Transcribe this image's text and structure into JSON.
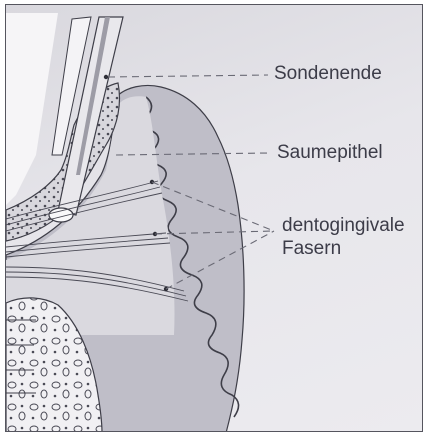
{
  "labels": {
    "sondenende": "Sondenende",
    "saumepithel": "Saumepithel",
    "dentogingivale": "dentogingivale",
    "fasern": "Fasern"
  },
  "colors": {
    "background": "#e6e5ea",
    "gingiva": "#bdbcc6",
    "line": "#3e3e48"
  }
}
